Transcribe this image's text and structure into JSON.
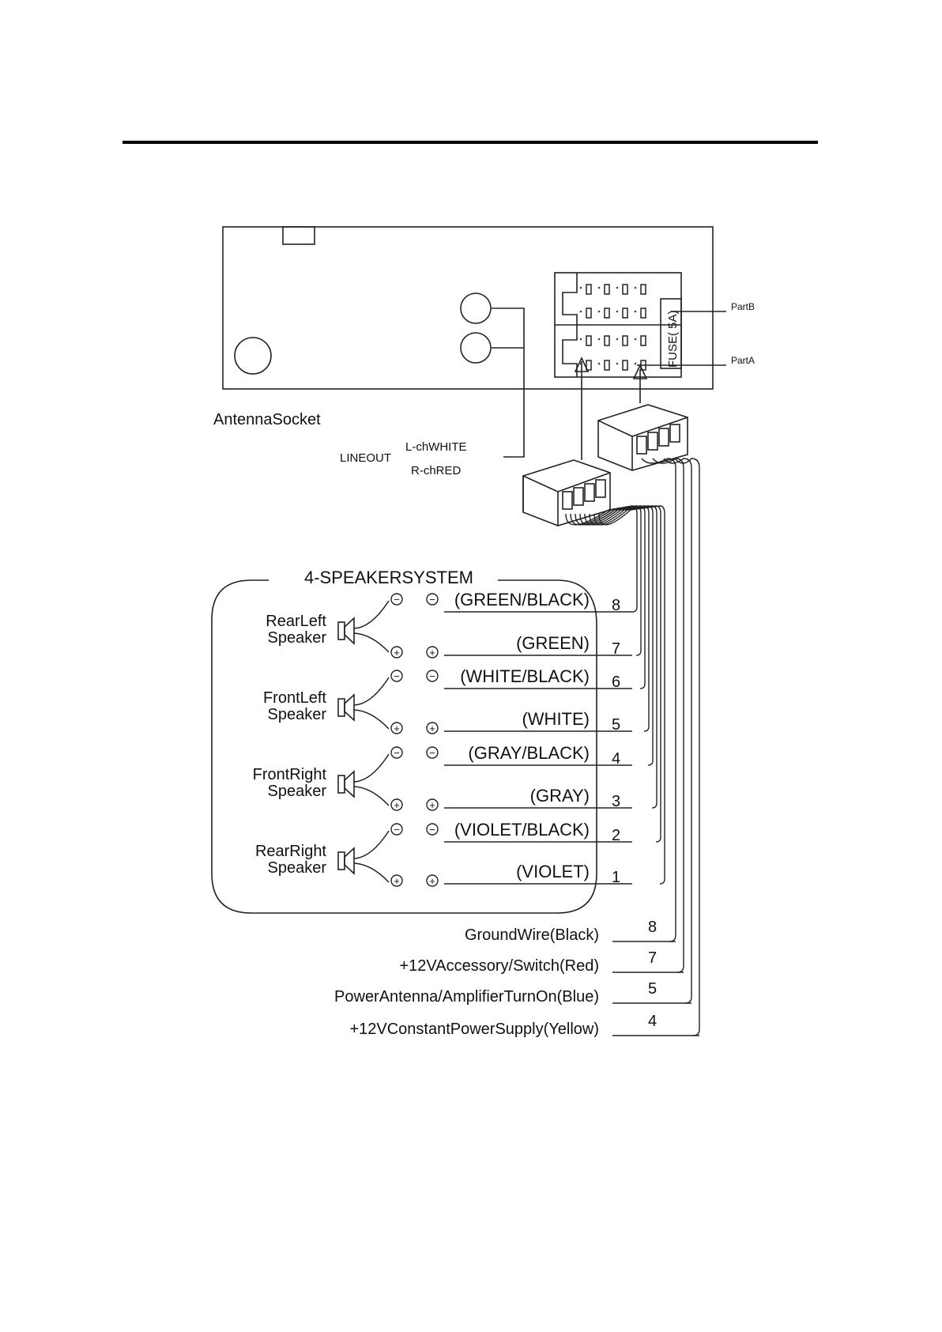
{
  "unit": {
    "antenna_socket": "AntennaSocket",
    "line_out": "LINEOUT",
    "l_channel": "L-chWHITE",
    "r_channel": "R-chRED",
    "part_b": "PartB",
    "part_a": "PartA",
    "fuse": "FUSE( 5A)"
  },
  "speaker_system": {
    "title": "4-SPEAKERSYSTEM",
    "neg_symbol": "−",
    "pos_symbol": "+",
    "speakers": [
      {
        "name_line1": "RearLeft",
        "name_line2": "Speaker"
      },
      {
        "name_line1": "FrontLeft",
        "name_line2": "Speaker"
      },
      {
        "name_line1": "FrontRight",
        "name_line2": "Speaker"
      },
      {
        "name_line1": "RearRight",
        "name_line2": "Speaker"
      }
    ],
    "wires": [
      {
        "color": "(GREEN/BLACK)",
        "pin": "8"
      },
      {
        "color": "(GREEN)",
        "pin": "7"
      },
      {
        "color": "(WHITE/BLACK)",
        "pin": "6"
      },
      {
        "color": "(WHITE)",
        "pin": "5"
      },
      {
        "color": "(GRAY/BLACK)",
        "pin": "4"
      },
      {
        "color": "(GRAY)",
        "pin": "3"
      },
      {
        "color": "(VIOLET/BLACK)",
        "pin": "2"
      },
      {
        "color": "(VIOLET)",
        "pin": "1"
      }
    ]
  },
  "power_wires": [
    {
      "label": "GroundWire(Black)",
      "pin": "8"
    },
    {
      "label": "+12VAccessory/Switch(Red)",
      "pin": "7"
    },
    {
      "label": "PowerAntenna/AmplifierTurnOn(Blue)",
      "pin": "5"
    },
    {
      "label": "+12VConstantPowerSupply(Yellow)",
      "pin": "4"
    }
  ]
}
